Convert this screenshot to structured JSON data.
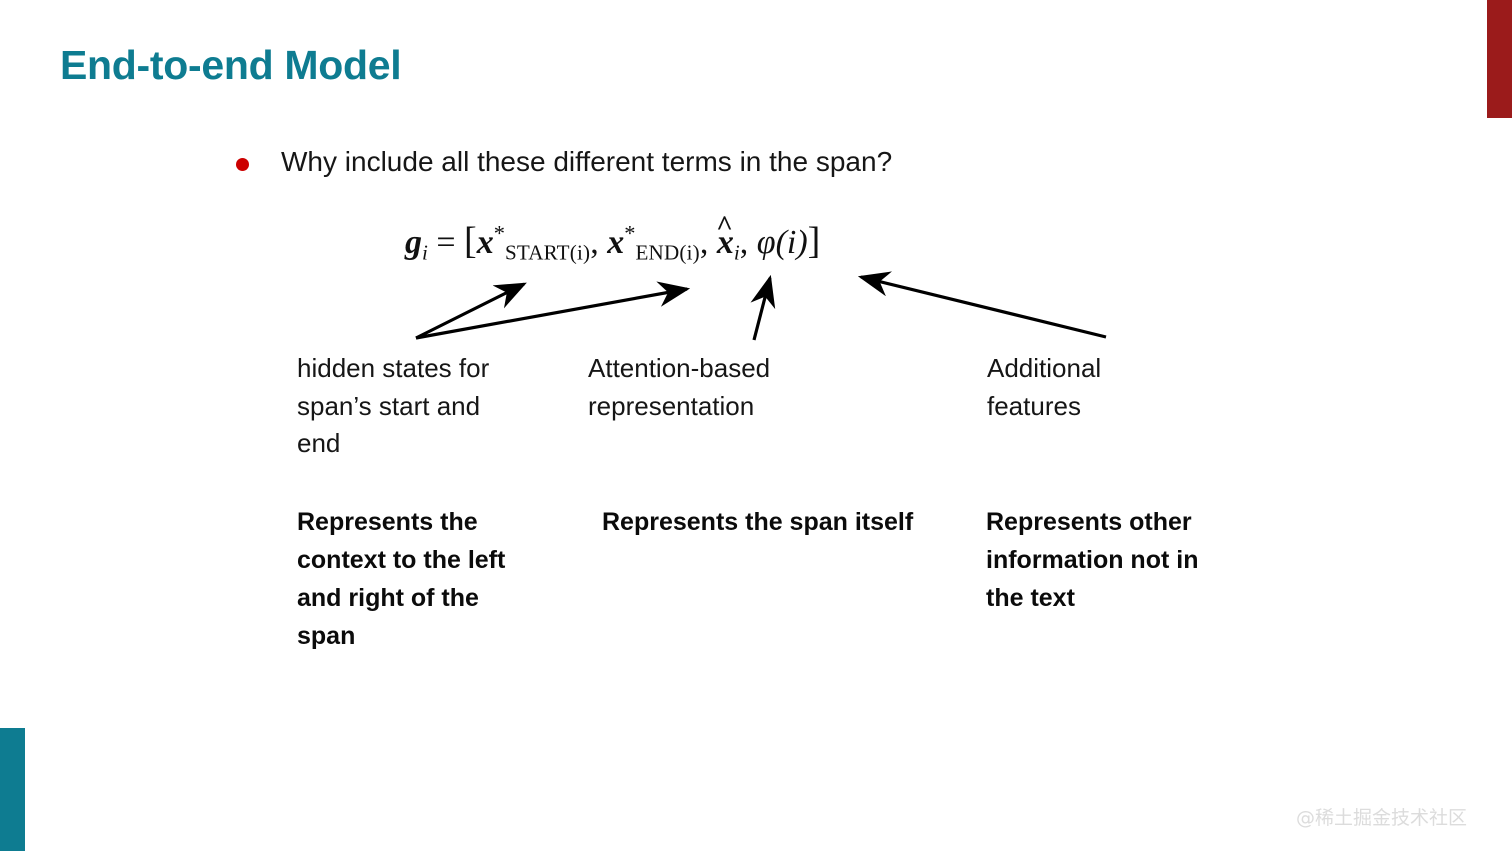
{
  "slide": {
    "title": "End-to-end Model",
    "title_color": "#0E7C91",
    "background_color": "#FFFFFF",
    "accent_bars": {
      "top_right_color": "#9B1B1B",
      "bottom_left_color": "#0E7C91"
    }
  },
  "bullet": {
    "marker_color": "#CC0000",
    "text": "Why include all these different terms in the span?"
  },
  "formula": {
    "plain": "g_i = [x*_START(i), x*_END(i), x̂_i, φ(i)]",
    "lhs_var": "g",
    "lhs_sub": "i",
    "equals": "=",
    "open_bracket": "[",
    "close_bracket": "]",
    "term1_var": "x",
    "term1_sup": "*",
    "term1_sub": "START(i)",
    "term2_var": "x",
    "term2_sup": "*",
    "term2_sub": "END(i)",
    "term3_var": "x",
    "term3_hat": "^",
    "term3_sub": "i",
    "term4_var": "φ",
    "term4_arg": "(i)",
    "comma": ","
  },
  "annotations": [
    {
      "id": "hidden-states",
      "label": "hidden states for span’s start and end",
      "description": "Represents the context to the left and right of the span"
    },
    {
      "id": "attention",
      "label": "Attention-based representation",
      "description": "Represents the span itself"
    },
    {
      "id": "additional",
      "label": "Additional features",
      "description": "Represents other information not in the text"
    }
  ],
  "watermark": {
    "text": "@稀土掘金技术社区",
    "color": "#DCDCDC"
  }
}
